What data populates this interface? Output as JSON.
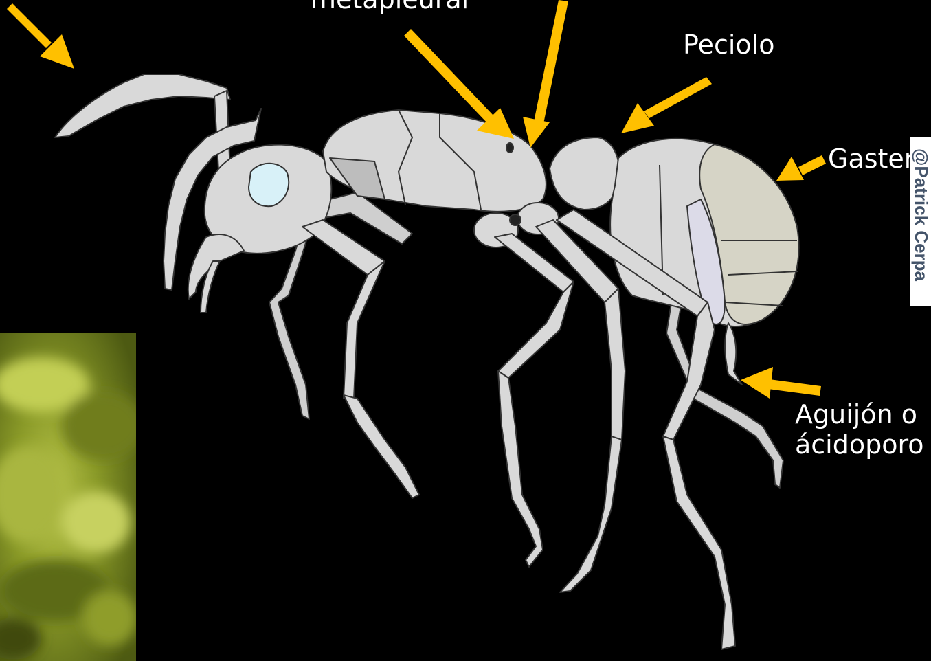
{
  "labels": {
    "metapleural": "metapleural",
    "peciolo": "Peciolo",
    "gaster": "Gaster",
    "aguijon_line1": "Aguijón o",
    "aguijon_line2": "ácidoporo"
  },
  "credit": "@Patrick Cerpa",
  "colors": {
    "background": "#000000",
    "arrow": "#ffc000",
    "body": "#d9d9d9",
    "outline": "#333333",
    "eye": "#d8f1f8",
    "gaster_top": "#d6d4c6",
    "gaster_side": "#dcdbe8",
    "credit_text": "#44546a"
  }
}
